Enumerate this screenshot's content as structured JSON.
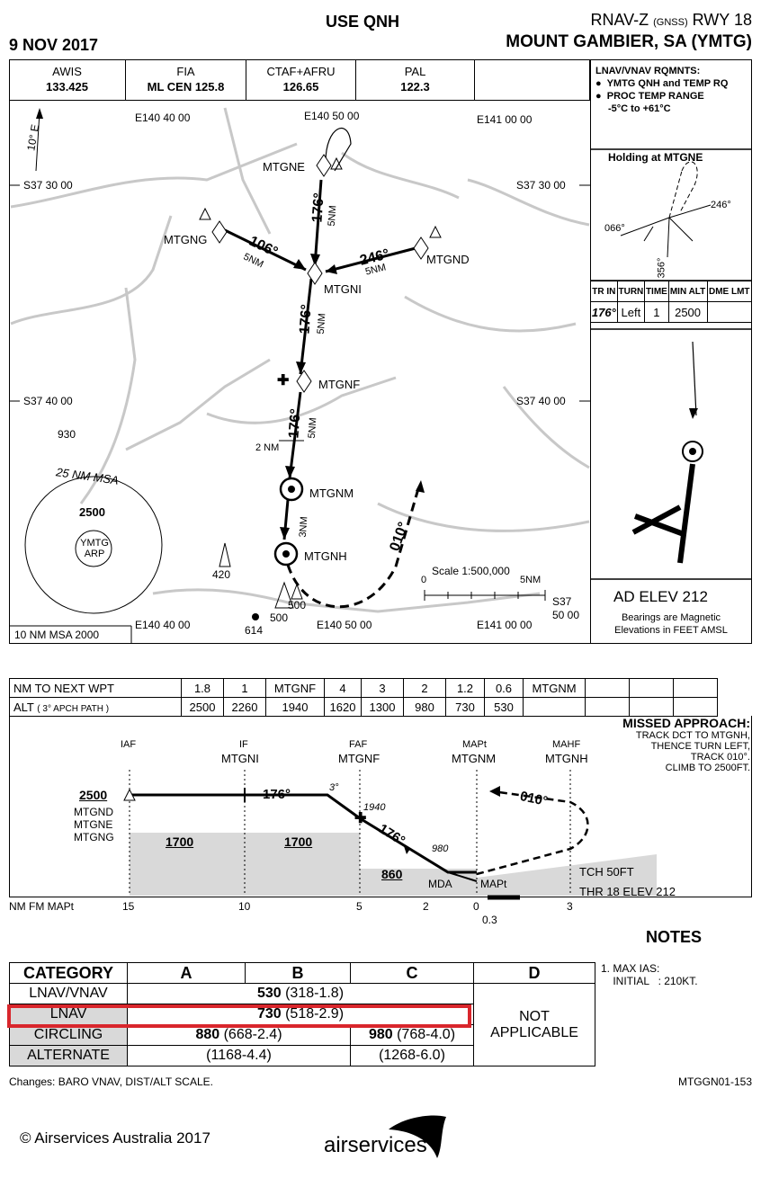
{
  "header": {
    "date": "9 NOV 2017",
    "use_qnh": "USE QNH",
    "procedure_prefix": "RNAV-Z ",
    "procedure_gnss": "(GNSS)",
    "procedure_suffix": " RWY 18",
    "airport": "MOUNT GAMBIER, SA (YMTG)"
  },
  "frequencies": [
    {
      "name": "AWIS",
      "value": "133.425"
    },
    {
      "name": "FIA",
      "value": "ML CEN 125.8"
    },
    {
      "name": "CTAF+AFRU",
      "value": "126.65"
    },
    {
      "name": "PAL",
      "value": "122.3"
    },
    {
      "name": "",
      "value": ""
    }
  ],
  "requirements": {
    "title": "LNAV/VNAV RQMNTS:",
    "items": [
      "YMTG QNH and TEMP RQ",
      "PROC TEMP RANGE",
      "-5°C to +61°C"
    ]
  },
  "holding": {
    "title": "Holding at  MTGNE",
    "bearings": [
      "066°",
      "246°",
      "356°"
    ],
    "table_headers": [
      "TR IN",
      "TURN",
      "TIME",
      "MIN ALT",
      "DME LMT"
    ],
    "table_values": [
      "176°",
      "Left",
      "1",
      "2500",
      ""
    ]
  },
  "aerodrome": {
    "elevation": "AD ELEV 212",
    "note_1": "Bearings are Magnetic",
    "note_2": "Elevations in FEET AMSL"
  },
  "map": {
    "variation": "10° E",
    "lon_labels": [
      "E140 40 00",
      "E140 50 00",
      "E141 00 00",
      "E140 40 00",
      "E140 50 00",
      "E141 00 00"
    ],
    "lat_labels": [
      "S37 30 00",
      "S37 30 00",
      "S37 40 00",
      "S37 40 00",
      "S37",
      "50 00"
    ],
    "waypoints": [
      "MTGNE",
      "MTGNG",
      "MTGNI",
      "MTGND",
      "MTGNF",
      "MTGNM",
      "MTGNH"
    ],
    "tracks": [
      "176°",
      "106°",
      "246°",
      "176°",
      "176°",
      "010°"
    ],
    "distances": [
      "5NM",
      "5NM",
      "5NM",
      "5NM",
      "5NM",
      "3NM",
      "2 NM"
    ],
    "spot_elevations": [
      "930",
      "420",
      "500",
      "500",
      "614"
    ],
    "msa_label": "25 NM MSA",
    "msa_alt": "2500",
    "arp_label_1": "YMTG",
    "arp_label_2": "ARP",
    "scale": "Scale 1:500,000",
    "scale_0": "0",
    "scale_5": "5NM",
    "msa_10nm": "10 NM MSA 2000"
  },
  "profile_table": {
    "row1_label": "NM TO NEXT WPT",
    "row1": [
      "1.8",
      "1",
      "MTGNF",
      "4",
      "3",
      "2",
      "1.2",
      "0.6",
      "MTGNM",
      "",
      "",
      ""
    ],
    "row2_label": "ALT",
    "row2_note": "( 3° APCH PATH )",
    "row2": [
      "2500",
      "2260",
      "1940",
      "1620",
      "1300",
      "980",
      "730",
      "530",
      "",
      "",
      "",
      ""
    ]
  },
  "profile": {
    "missed_title": "MISSED APPROACH:",
    "missed_lines": [
      "TRACK DCT TO MTGNH,",
      "THENCE TURN LEFT,",
      "TRACK 010°.",
      "CLIMB TO 2500FT."
    ],
    "fix_types": [
      "IAF",
      "IF",
      "FAF",
      "MAPt",
      "MAHF"
    ],
    "fix_names": [
      "MTGNI",
      "MTGNF",
      "MTGNM",
      "MTGNH"
    ],
    "iaf_alt": "2500",
    "iaf_names": [
      "MTGND",
      "MTGNE",
      "MTGNG"
    ],
    "track_1": "176°",
    "track_2": "176°",
    "track_missed": "010°",
    "angle": "3°",
    "alt_faf": "1940",
    "alt_980": "980",
    "seg_alts": [
      "1700",
      "1700",
      "860"
    ],
    "mda": "MDA",
    "mapt": "MAPt",
    "tch": "TCH 50FT",
    "thr": "THR 18 ELEV 212",
    "axis_label": "NM FM MAPt",
    "axis_ticks": [
      "15",
      "10",
      "5",
      "2",
      "0",
      "3"
    ],
    "axis_03": "0.3"
  },
  "minima": {
    "headers": [
      "CATEGORY",
      "A",
      "B",
      "C",
      "D"
    ],
    "rows": [
      {
        "label": "LNAV/VNAV",
        "ab": "530",
        "ab_note": " (318-1.8)"
      },
      {
        "label": "LNAV",
        "ab": "730",
        "ab_note": " (518-2.9)"
      },
      {
        "label": "CIRCLING",
        "ab": "880",
        "ab_note": " (668-2.4)",
        "c": "980",
        "c_note": " (768-4.0)"
      },
      {
        "label": "ALTERNATE",
        "ab_note": "(1168-4.4)",
        "c_note": "(1268-6.0)"
      }
    ],
    "not_applicable_1": "NOT",
    "not_applicable_2": "APPLICABLE",
    "highlight_color": "#d9262c",
    "shade_color": "#d9d9d9"
  },
  "notes": {
    "title": "NOTES",
    "text": "1. MAX IAS:\n    INITIAL   : 210KT."
  },
  "footer": {
    "changes": "Changes: BARO VNAV, DIST/ALT SCALE.",
    "ref": "MTGGN01-153",
    "copyright": "© Airservices Australia 2017",
    "brand": "airservices"
  }
}
